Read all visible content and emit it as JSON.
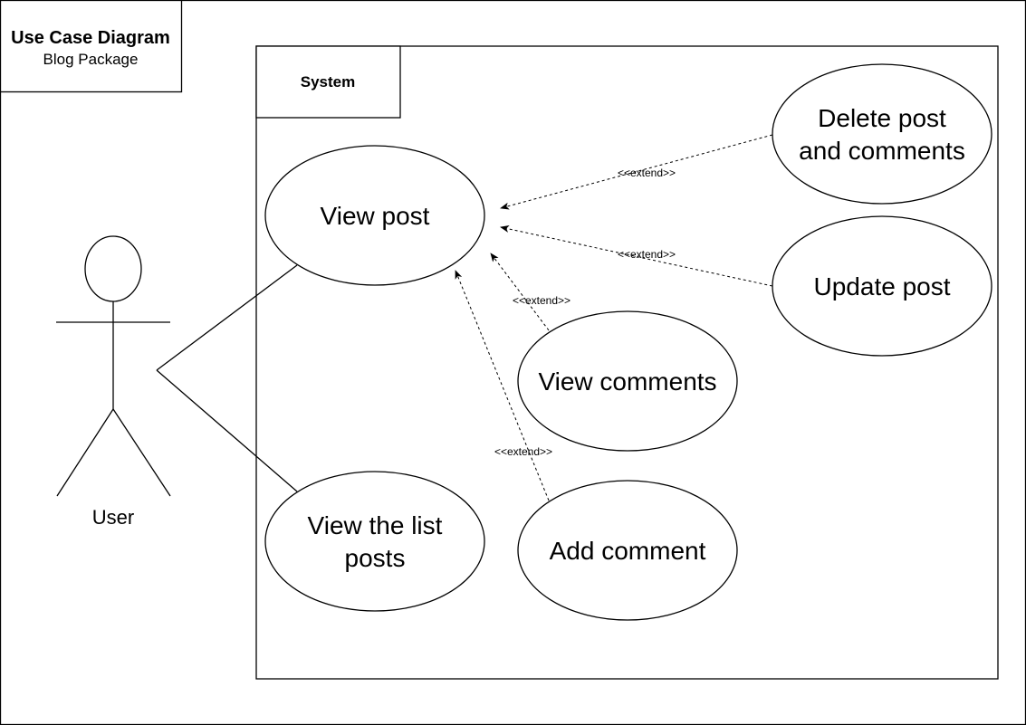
{
  "frame": {
    "title": "Use Case Diagram",
    "subtitle": "Blog Package"
  },
  "system": {
    "label": "System"
  },
  "actor": {
    "label": "User"
  },
  "use_cases": {
    "view_post": {
      "lines": [
        "View post"
      ]
    },
    "view_list_posts": {
      "lines": [
        "View the list",
        "posts"
      ]
    },
    "delete_post_comments": {
      "lines": [
        "Delete post",
        "and comments"
      ]
    },
    "update_post": {
      "lines": [
        "Update post"
      ]
    },
    "view_comments": {
      "lines": [
        "View comments"
      ]
    },
    "add_comment": {
      "lines": [
        "Add comment"
      ]
    }
  },
  "relations": {
    "extend_label": "<<extend>>"
  },
  "colors": {
    "stroke": "#000000",
    "fill": "#ffffff"
  }
}
